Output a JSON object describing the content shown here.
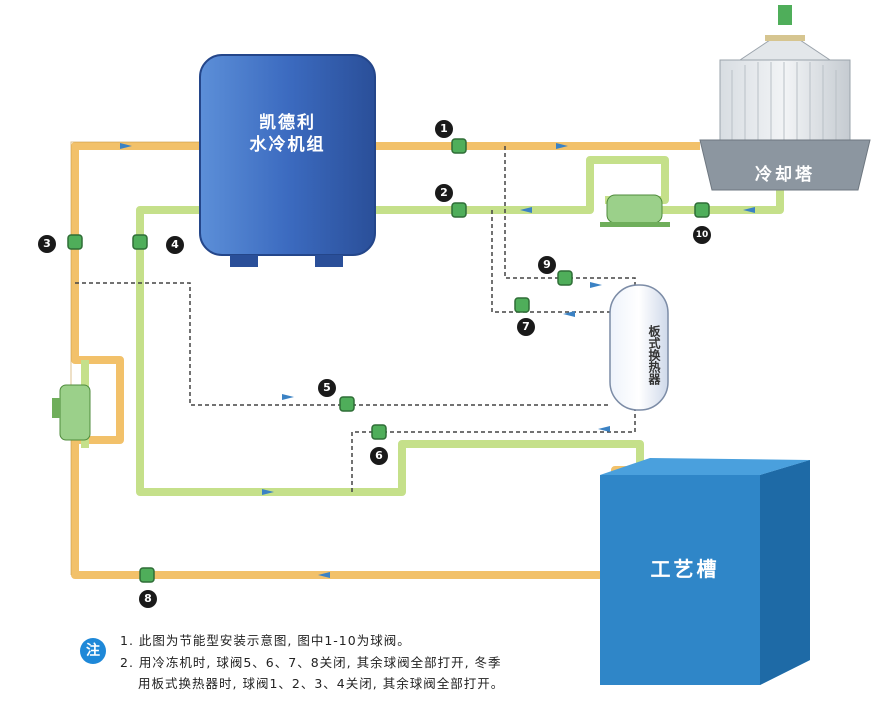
{
  "chiller": {
    "name": "凯德利\n水冷机组"
  },
  "cooling_tower": {
    "name": "冷却塔"
  },
  "heat_exchanger": {
    "name": "板式换热器"
  },
  "process_tank": {
    "name": "工艺槽"
  },
  "valves": [
    {
      "id": "valve-1",
      "label": "1"
    },
    {
      "id": "valve-2",
      "label": "2"
    },
    {
      "id": "valve-3",
      "label": "3"
    },
    {
      "id": "valve-4",
      "label": "4"
    },
    {
      "id": "valve-5",
      "label": "5"
    },
    {
      "id": "valve-6",
      "label": "6"
    },
    {
      "id": "valve-7",
      "label": "7"
    },
    {
      "id": "valve-8",
      "label": "8"
    },
    {
      "id": "valve-9",
      "label": "9"
    },
    {
      "id": "valve-10",
      "label": "10"
    }
  ],
  "note": {
    "icon_text": "注",
    "line1": "1. 此图为节能型安装示意图, 图中1-10为球阀。",
    "line2": "2. 用冷冻机时, 球阀5、6、7、8关闭, 其余球阀全部打开, 冬季",
    "line3": "用板式换热器时, 球阀1、2、3、4关闭, 其余球阀全部打开。"
  },
  "colors": {
    "pipe_yellow": "#f2c16a",
    "pipe_green": "#c5e08a",
    "chiller_blue": "#3f6fbf",
    "tank_blue": "#2f86c8",
    "valve_green": "#4fae5a",
    "flow_arrow": "#3b82c4",
    "note_icon": "#1e88d8"
  }
}
